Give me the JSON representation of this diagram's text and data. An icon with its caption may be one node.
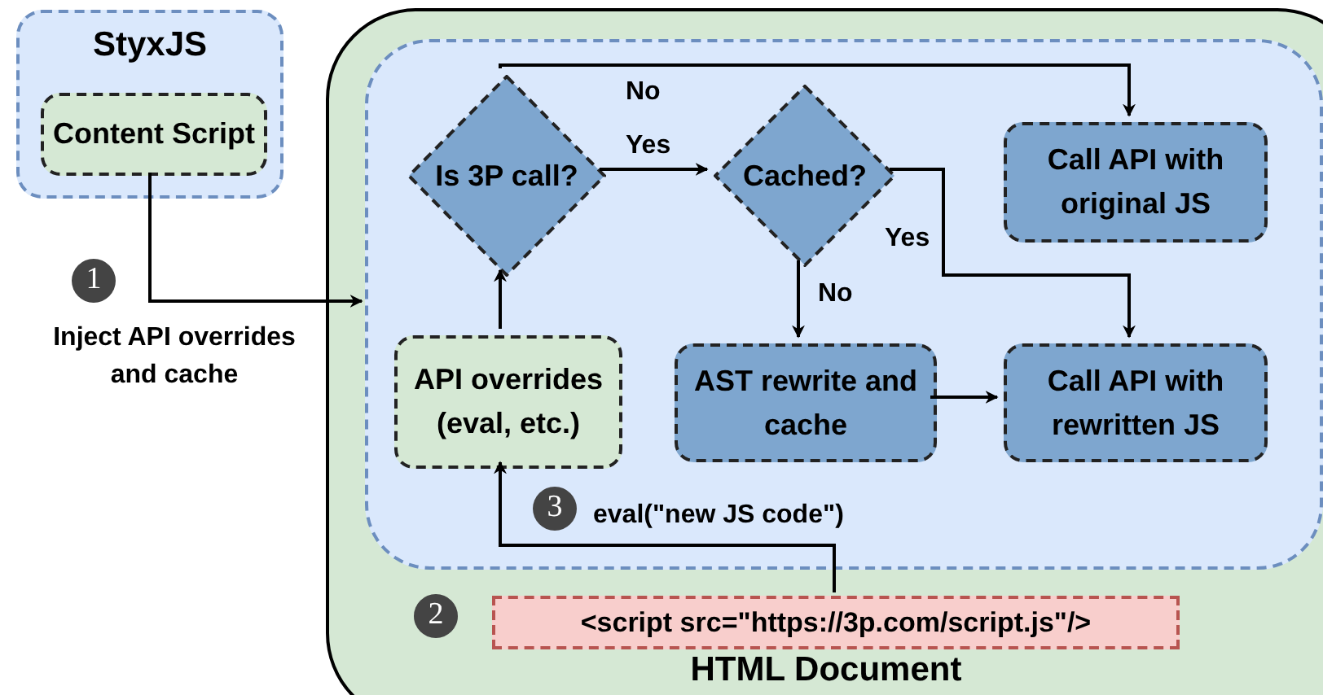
{
  "diagram": {
    "nodes": [
      {
        "text": [
          "StyxJS"
        ]
      },
      {
        "text": [
          "Content Script"
        ],
        "in": 0
      },
      {
        "text": [
          "HTML Document"
        ]
      },
      {
        "text": [],
        "shape": "box",
        "in": 2
      },
      {
        "text": [
          "Is 3P call?"
        ],
        "in": 3
      },
      {
        "text": [
          "Cached?"
        ],
        "in": 3
      },
      {
        "text": [
          "Call API with original JS"
        ],
        "in": 3
      },
      {
        "text": [
          "API overrides (eval, etc.)"
        ],
        "in": 3
      },
      {
        "text": [
          "AST rewrite and cache"
        ],
        "in": 3
      },
      {
        "text": [
          "Call API with rewritten JS"
        ],
        "in": 3
      },
      {
        "text": [
          "<script src=\"https://3p.com/script.js\"/>"
        ],
        "in": 2
      }
    ],
    "edges": [
      {
        "from": 1,
        "to": 3,
        "arrow": "to",
        "label": "Inject API overrides and cache"
      },
      {
        "from": 7,
        "to": 4,
        "arrow": "to"
      },
      {
        "from": 4,
        "to": 5,
        "arrow": "to",
        "label": "Yes"
      },
      {
        "from": 4,
        "to": 6,
        "arrow": "to",
        "label": "No"
      },
      {
        "from": 5,
        "to": 8,
        "arrow": "to",
        "label": "No"
      },
      {
        "from": 5,
        "to": 9,
        "arrow": "to",
        "label": "Yes"
      },
      {
        "from": 8,
        "to": 9,
        "arrow": "to"
      },
      {
        "from": 10,
        "to": 7,
        "arrow": "to",
        "label": "eval(\"new JS code\")"
      }
    ],
    "labels": [
      "1",
      "2",
      "3"
    ]
  }
}
